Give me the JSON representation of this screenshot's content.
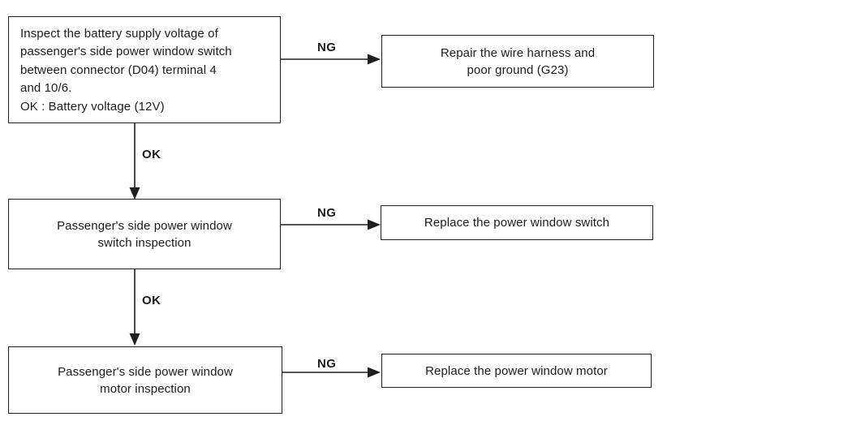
{
  "diagram": {
    "type": "flowchart",
    "background_color": "#ffffff",
    "line_color": "#1f1f1f",
    "nodes": [
      {
        "id": "inspect-battery-supply-voltage",
        "lines": [
          "Inspect the battery supply voltage of",
          "passenger's side power window switch",
          "between connector (D04) terminal 4",
          "and 10/6.",
          "OK : Battery voltage (12V)"
        ]
      },
      {
        "id": "repair-wire-harness",
        "lines": [
          "Repair the wire harness and",
          "poor ground (G23)"
        ]
      },
      {
        "id": "switch-inspection",
        "lines": [
          "Passenger's side power window",
          "switch inspection"
        ]
      },
      {
        "id": "replace-power-window-switch",
        "lines": [
          "Replace the power window switch"
        ]
      },
      {
        "id": "motor-inspection",
        "lines": [
          "Passenger's side power window",
          "motor inspection"
        ]
      },
      {
        "id": "replace-power-window-motor",
        "lines": [
          "Replace the power window motor"
        ]
      }
    ],
    "edges": [
      {
        "from": "inspect-battery-supply-voltage",
        "to": "repair-wire-harness",
        "label": "NG",
        "direction": "right"
      },
      {
        "from": "inspect-battery-supply-voltage",
        "to": "switch-inspection",
        "label": "OK",
        "direction": "down"
      },
      {
        "from": "switch-inspection",
        "to": "replace-power-window-switch",
        "label": "NG",
        "direction": "right"
      },
      {
        "from": "switch-inspection",
        "to": "motor-inspection",
        "label": "OK",
        "direction": "down"
      },
      {
        "from": "motor-inspection",
        "to": "replace-power-window-motor",
        "label": "NG",
        "direction": "right"
      }
    ]
  }
}
